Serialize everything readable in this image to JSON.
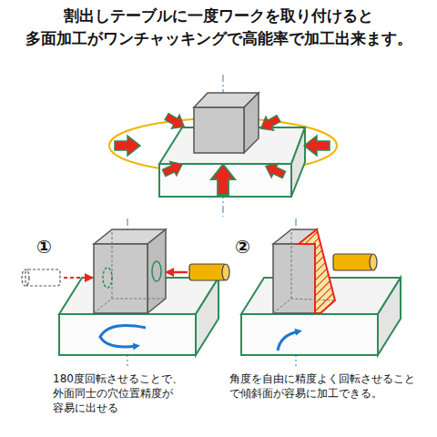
{
  "diagram": {
    "title": "割出しテーブルに一度ワークを取り付けると 多面加工がワンチャッキングで高能率で加工出来ます。",
    "labels": [
      "①",
      "②",
      "180度回転させることで、 外面同士の穴位置精度が 容易に出せる",
      "角度を自由に精度よく回転させること で傾斜面が容易に加工できる。"
    ]
  }
}
